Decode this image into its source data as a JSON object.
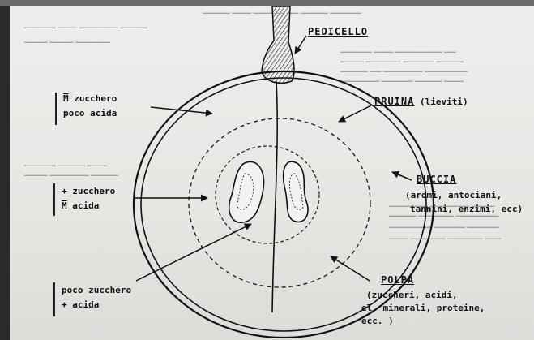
{
  "diagram": {
    "pedicel": {
      "title": "PEDICELLO"
    },
    "bloom": {
      "title": "PRUINA",
      "note": "(lieviti)"
    },
    "skin": {
      "title": "BUCCIA",
      "lines": [
        "(aromi, antociani,",
        "tannini, enzimi, ecc)"
      ]
    },
    "pulp": {
      "title": "POLPA",
      "lines": [
        "(zuccheri,  acidi,",
        "el. minerali, proteine,",
        "ecc. )"
      ]
    },
    "zone_outer": {
      "lines": [
        "M̅ zucchero",
        "poco acida"
      ]
    },
    "zone_middle": {
      "lines": [
        "+ zucchero",
        "M̅ acida"
      ]
    },
    "zone_inner": {
      "lines": [
        "poco zucchero",
        "+ acida"
      ]
    }
  }
}
